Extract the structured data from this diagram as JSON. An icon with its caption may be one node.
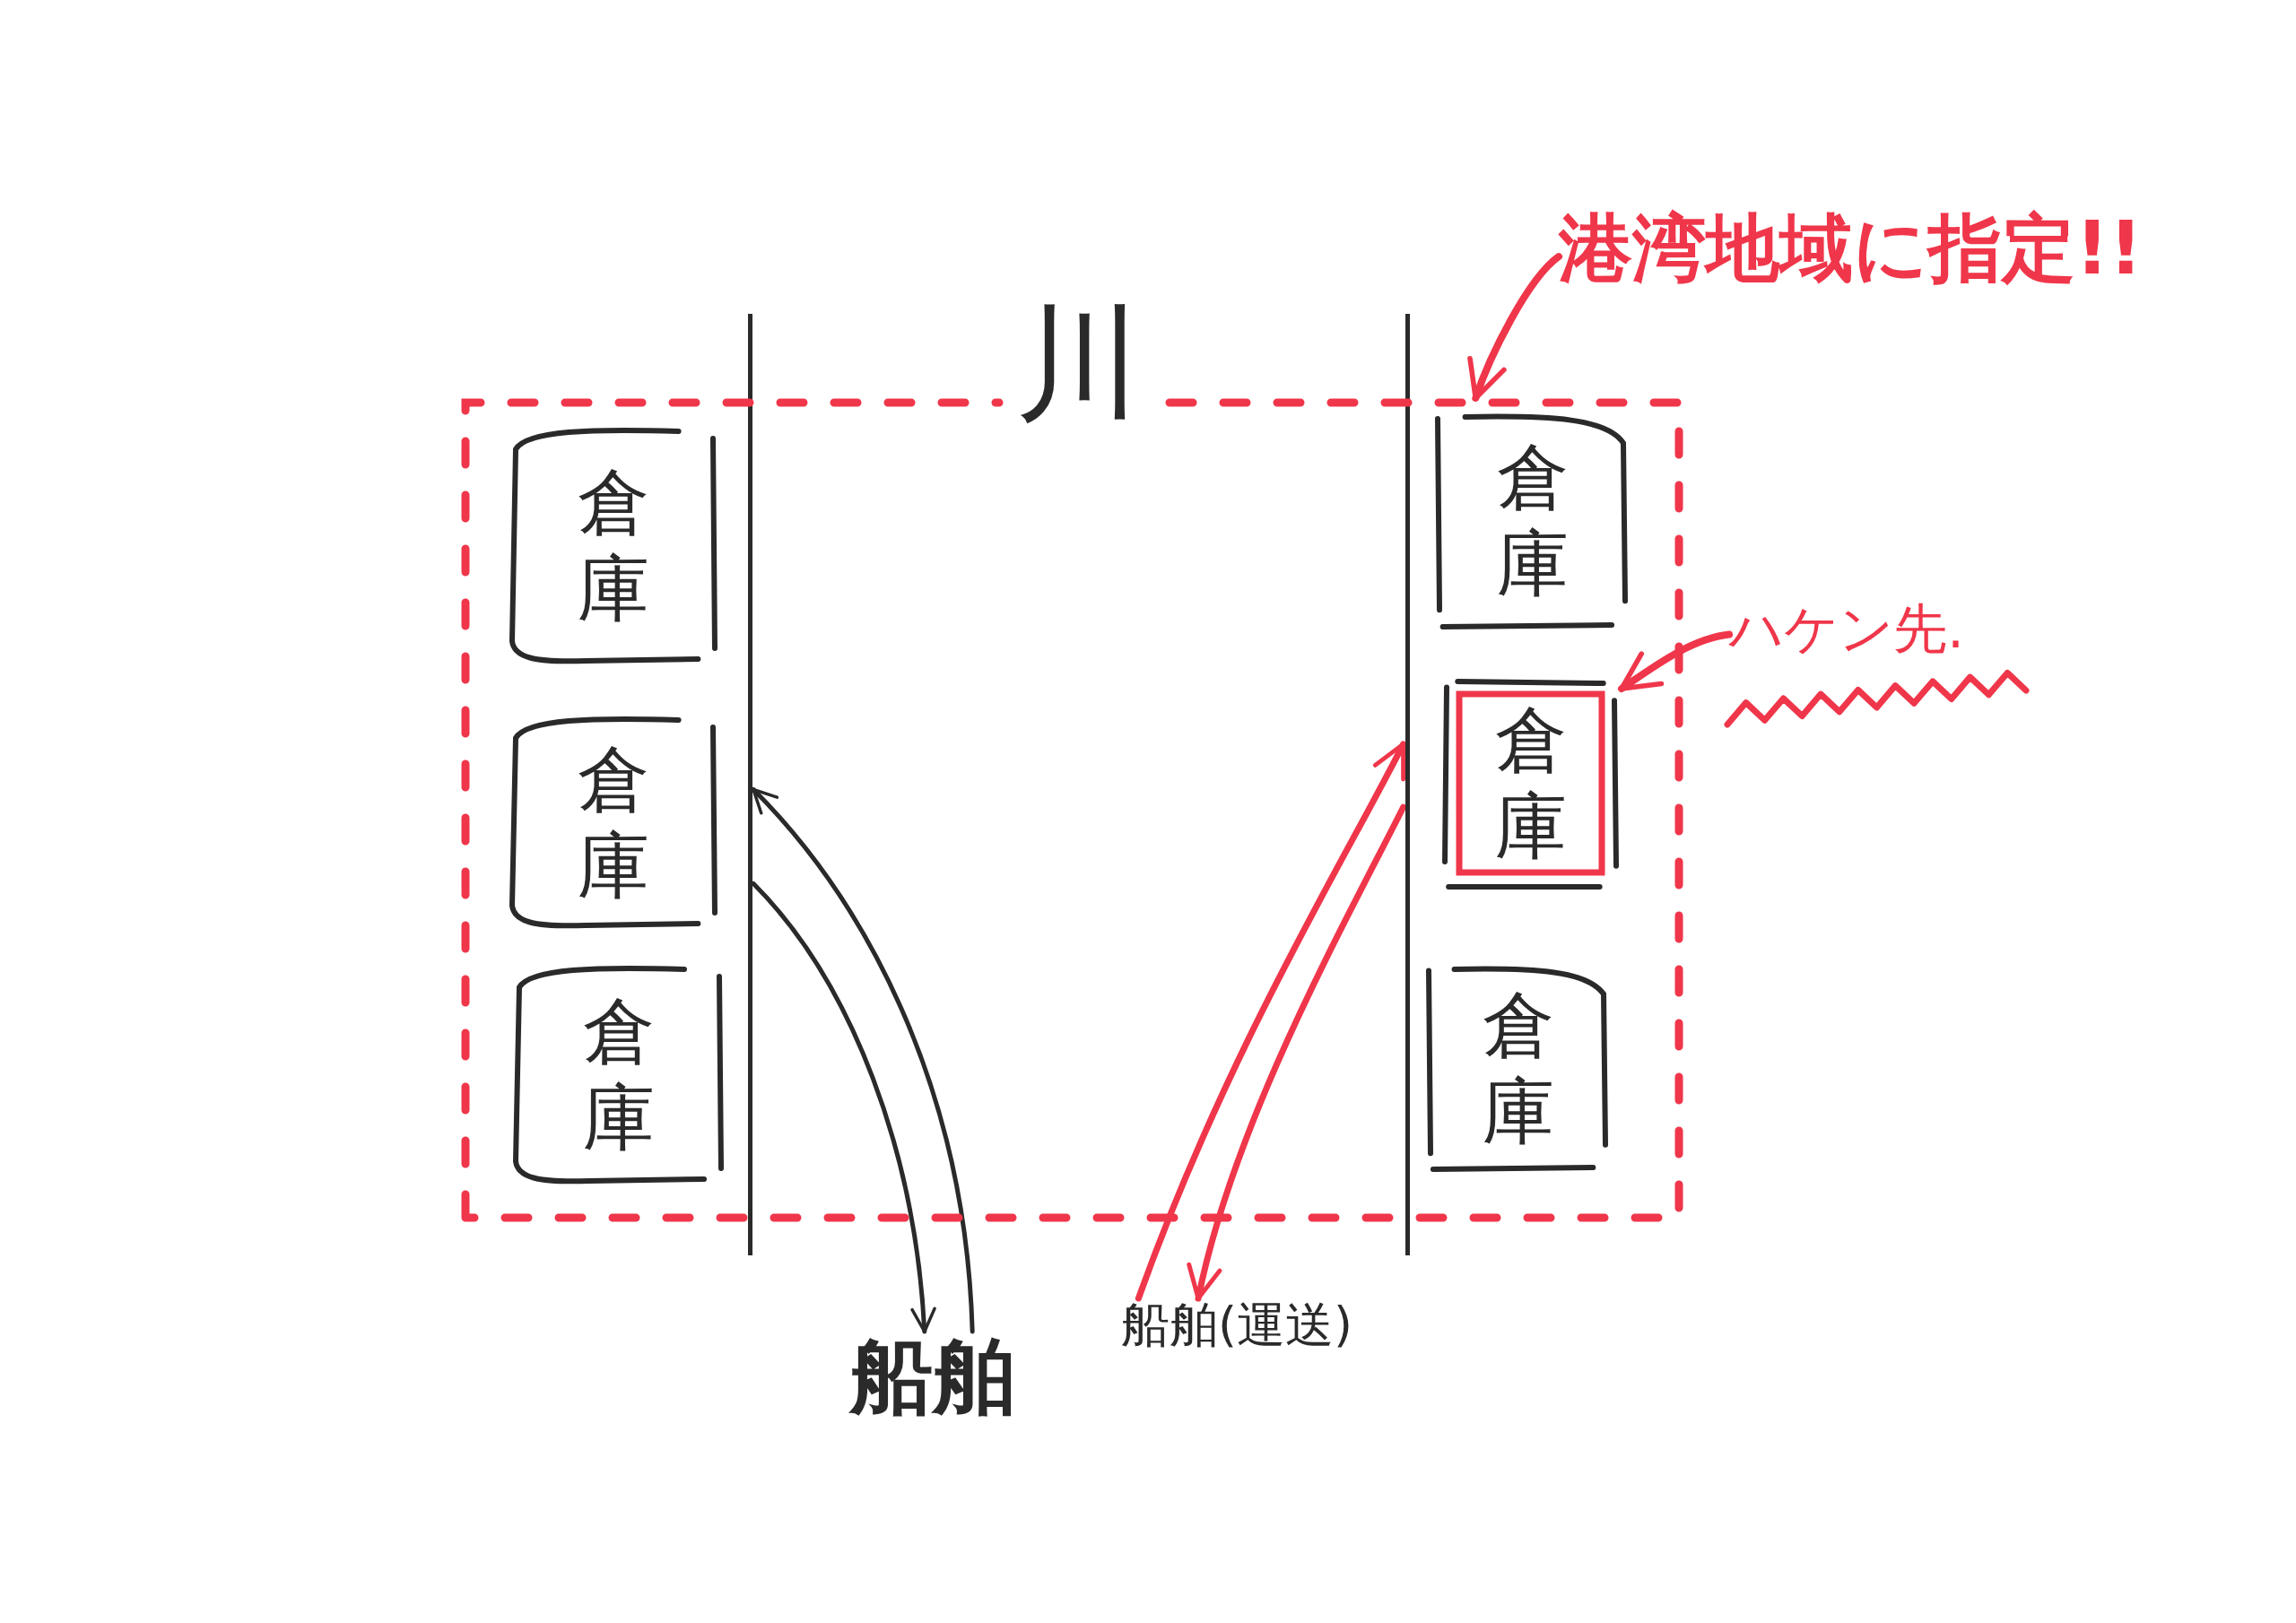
{
  "diagram": {
    "nodes": [
      {
        "text": [
          "港湾地域に指定!!"
        ]
      },
      {
        "text": [
          "川"
        ]
      },
      {
        "text": [],
        "shape": "box"
      },
      {
        "text": [
          "倉庫"
        ],
        "in": 2
      },
      {
        "text": [
          "倉庫"
        ],
        "in": 2
      },
      {
        "text": [
          "倉庫"
        ],
        "in": 2
      },
      {
        "text": [
          "倉庫"
        ],
        "in": 2
      },
      {
        "text": [
          "倉庫"
        ],
        "in": 2
      },
      {
        "text": [
          "倉庫"
        ],
        "in": 2
      },
      {
        "text": [
          "ハケン先."
        ]
      },
      {
        "text": [
          "船舶"
        ]
      },
      {
        "text": [
          "船舶(運送)"
        ]
      }
    ],
    "edges": [
      {
        "from": 0,
        "to": 2,
        "arrow": "to"
      },
      {
        "from": 9,
        "to": 7,
        "arrow": "to"
      },
      {
        "from": 10,
        "to": 1,
        "arrow": "to",
        "color": "#2a2a2a"
      },
      {
        "from": 1,
        "to": 10,
        "arrow": "to",
        "color": "#2a2a2a"
      },
      {
        "from": 11,
        "to": 1,
        "arrow": "to"
      },
      {
        "from": 1,
        "to": 11,
        "arrow": "to"
      }
    ]
  }
}
